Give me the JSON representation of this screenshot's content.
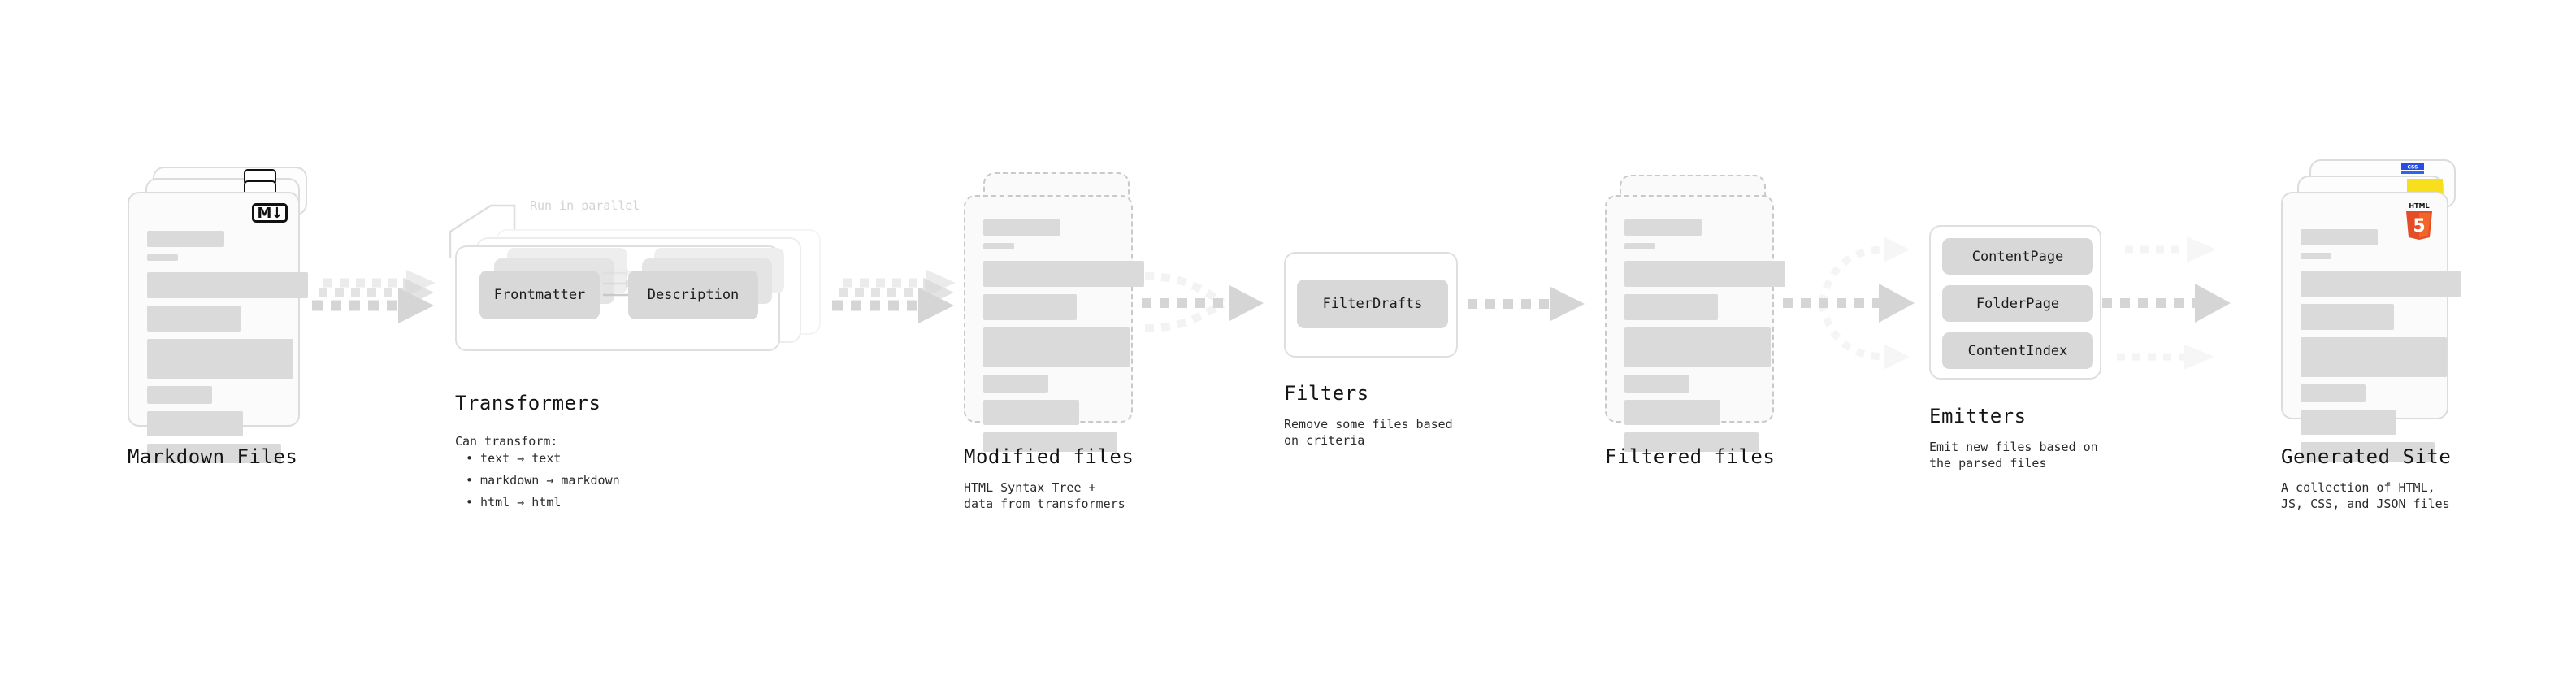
{
  "diagram": {
    "type": "pipeline-flow",
    "background": "#ffffff",
    "accent_colors": {
      "skeleton_bar": "#dadada",
      "chip": "#d8d8d8",
      "card_border": "#dcdcdc",
      "arrow": "#d5d5d5",
      "html5_orange": "#e44d26",
      "html5_light": "#f16529",
      "js_yellow": "#f7df1e",
      "css_blue": "#264de4"
    }
  },
  "stages": [
    {
      "id": "markdown-files",
      "title": "Markdown Files",
      "subtitle": "",
      "badge": "markdown-logo",
      "badge_text": "M",
      "card_style": "solid",
      "stacked": 3
    },
    {
      "id": "transformers",
      "title": "Transformers",
      "subtitle_lead": "Can transform:",
      "bullets": [
        "• text → text",
        "• markdown → markdown",
        "• html → html"
      ],
      "note": "Run in parallel",
      "chips": [
        "Frontmatter",
        "Description"
      ],
      "stacked": 3
    },
    {
      "id": "modified-files",
      "title": "Modified files",
      "subtitle": "HTML Syntax Tree +\ndata from transformers",
      "card_style": "dashed",
      "stacked": 2
    },
    {
      "id": "filters",
      "title": "Filters",
      "subtitle": "Remove some files based\non criteria",
      "chips": [
        "FilterDrafts"
      ],
      "stacked": 1
    },
    {
      "id": "filtered-files",
      "title": "Filtered files",
      "subtitle": "",
      "card_style": "dashed",
      "stacked": 2
    },
    {
      "id": "emitters",
      "title": "Emitters",
      "subtitle": "Emit new files based on\nthe parsed files",
      "chips": [
        "ContentPage",
        "FolderPage",
        "ContentIndex"
      ],
      "stacked": 1
    },
    {
      "id": "generated-site",
      "title": "Generated Site",
      "subtitle": "A collection of HTML,\nJS, CSS, and JSON files",
      "badge": "html5-logo",
      "badge_text": "HTML",
      "badge_number": "5",
      "secondary_badges": [
        "js-logo",
        "css-logo"
      ],
      "card_style": "solid",
      "stacked": 3
    }
  ],
  "connectors": [
    {
      "id": "c1",
      "from": "markdown-files",
      "to": "transformers",
      "style": "parallel-3",
      "shape": "straight"
    },
    {
      "id": "c2",
      "from": "transformers",
      "to": "modified-files",
      "style": "parallel-3",
      "shape": "straight"
    },
    {
      "id": "c3",
      "from": "modified-files",
      "to": "filters",
      "style": "merge",
      "shape": "converging"
    },
    {
      "id": "c4",
      "from": "filters",
      "to": "filtered-files",
      "style": "single",
      "shape": "straight"
    },
    {
      "id": "c5",
      "from": "filtered-files",
      "to": "emitters",
      "style": "fan-out-3",
      "shape": "diverging"
    },
    {
      "id": "c6",
      "from": "emitters",
      "to": "generated-site",
      "style": "parallel-3",
      "shape": "straight"
    }
  ],
  "skeleton_rows": [
    {
      "w": 95,
      "h": 20
    },
    {
      "w": 38,
      "h": 8
    },
    {
      "w": 198,
      "h": 32
    },
    {
      "w": 115,
      "h": 32
    },
    {
      "w": 180,
      "h": 49
    },
    {
      "w": 80,
      "h": 22
    },
    {
      "w": 118,
      "h": 31
    },
    {
      "w": 165,
      "h": 24
    }
  ]
}
